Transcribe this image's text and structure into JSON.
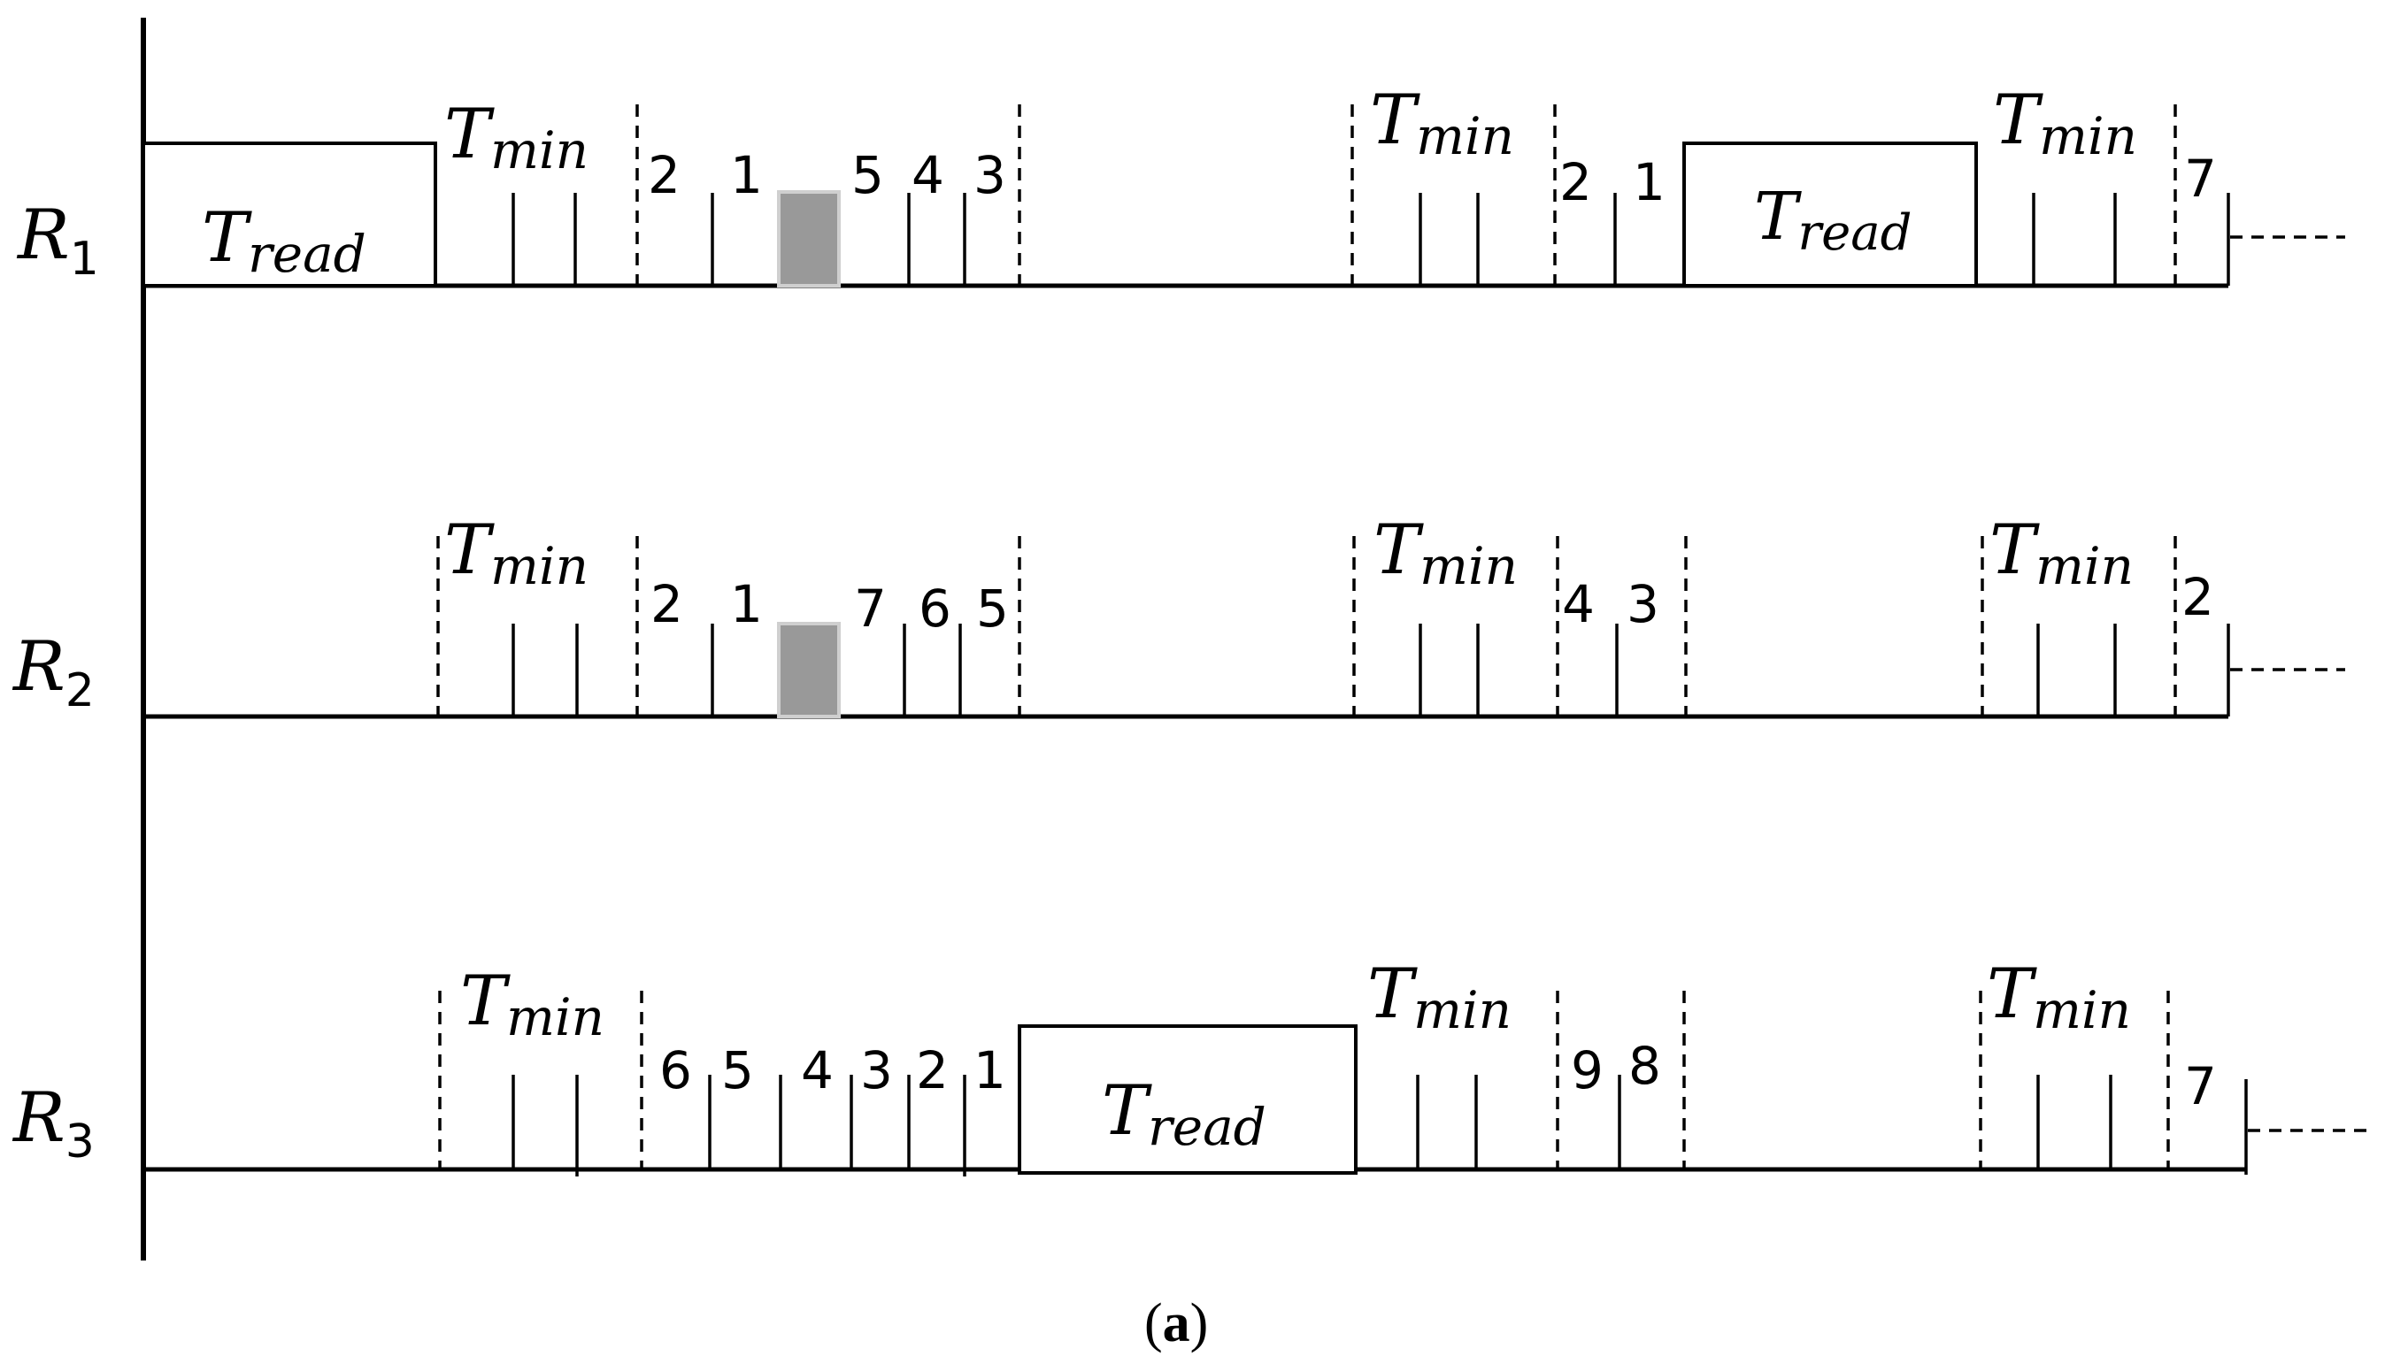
{
  "labels": {
    "T_main": "T",
    "min_sub": "min",
    "read_sub": "read",
    "R_main": "R"
  },
  "rows": [
    {
      "sub": "1",
      "slot_numbers": [
        "2",
        "1",
        "5",
        "4",
        "3",
        "2",
        "1",
        "7"
      ]
    },
    {
      "sub": "2",
      "slot_numbers": [
        "2",
        "1",
        "7",
        "6",
        "5",
        "4",
        "3",
        "2"
      ]
    },
    {
      "sub": "3",
      "slot_numbers": [
        "6",
        "5",
        "4",
        "3",
        "2",
        "1",
        "9",
        "8",
        "7"
      ]
    }
  ],
  "caption": {
    "open": "(",
    "letter": "a",
    "close": ")"
  },
  "colors": {
    "collision_slot": "#999999",
    "line": "#000000"
  }
}
